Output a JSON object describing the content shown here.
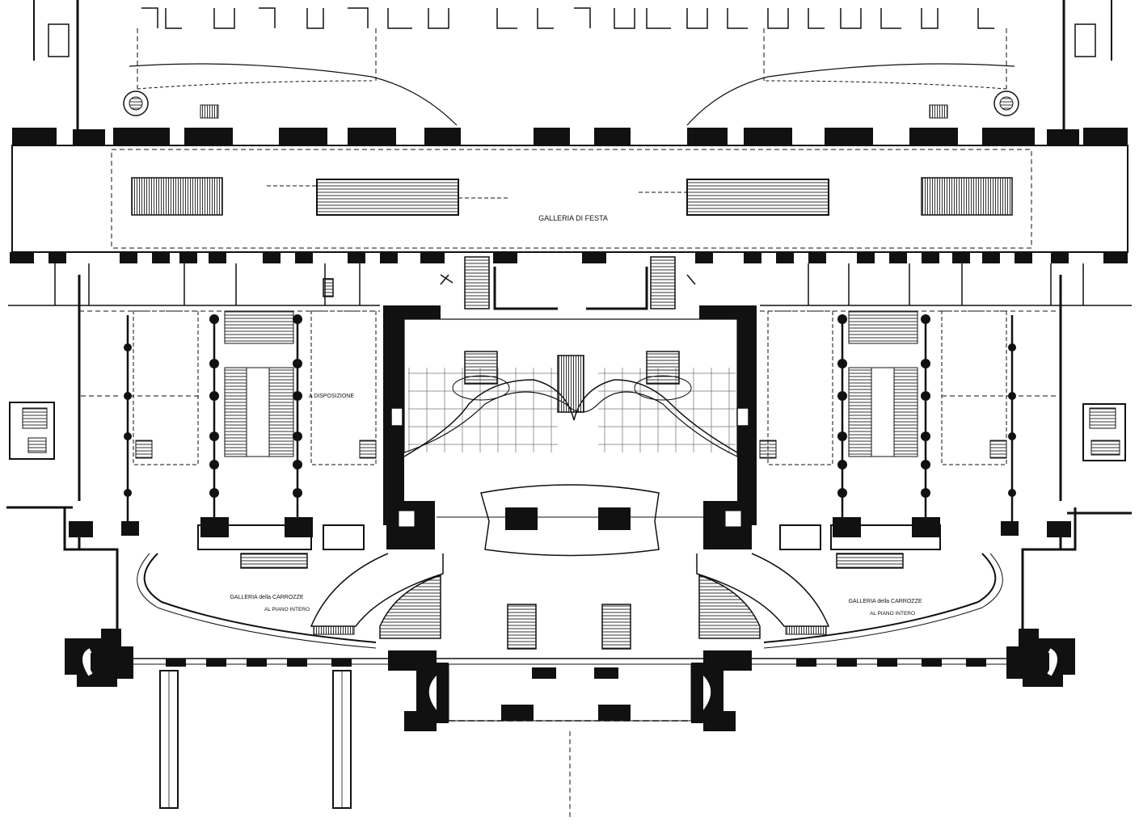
{
  "labels": {
    "galleria_festa": "GALLERIA DI FESTA",
    "left_room": "A DISPOSIZIONE",
    "galleria_carrozze_left_1": "GALLERIA della CARROZZE",
    "galleria_carrozze_left_2": "AL PIANO INTERO",
    "galleria_carrozze_right_1": "GALLERIA della CARROZZE",
    "galleria_carrozze_right_2": "AL PIANO INTERO"
  },
  "colors": {
    "ink": "#111111",
    "paper": "#ffffff",
    "hatch": "#333333"
  },
  "icons": {
    "spiral_stair": "spiral-stair-icon",
    "stair": "stair-icon",
    "escalator": "escalator-icon"
  }
}
